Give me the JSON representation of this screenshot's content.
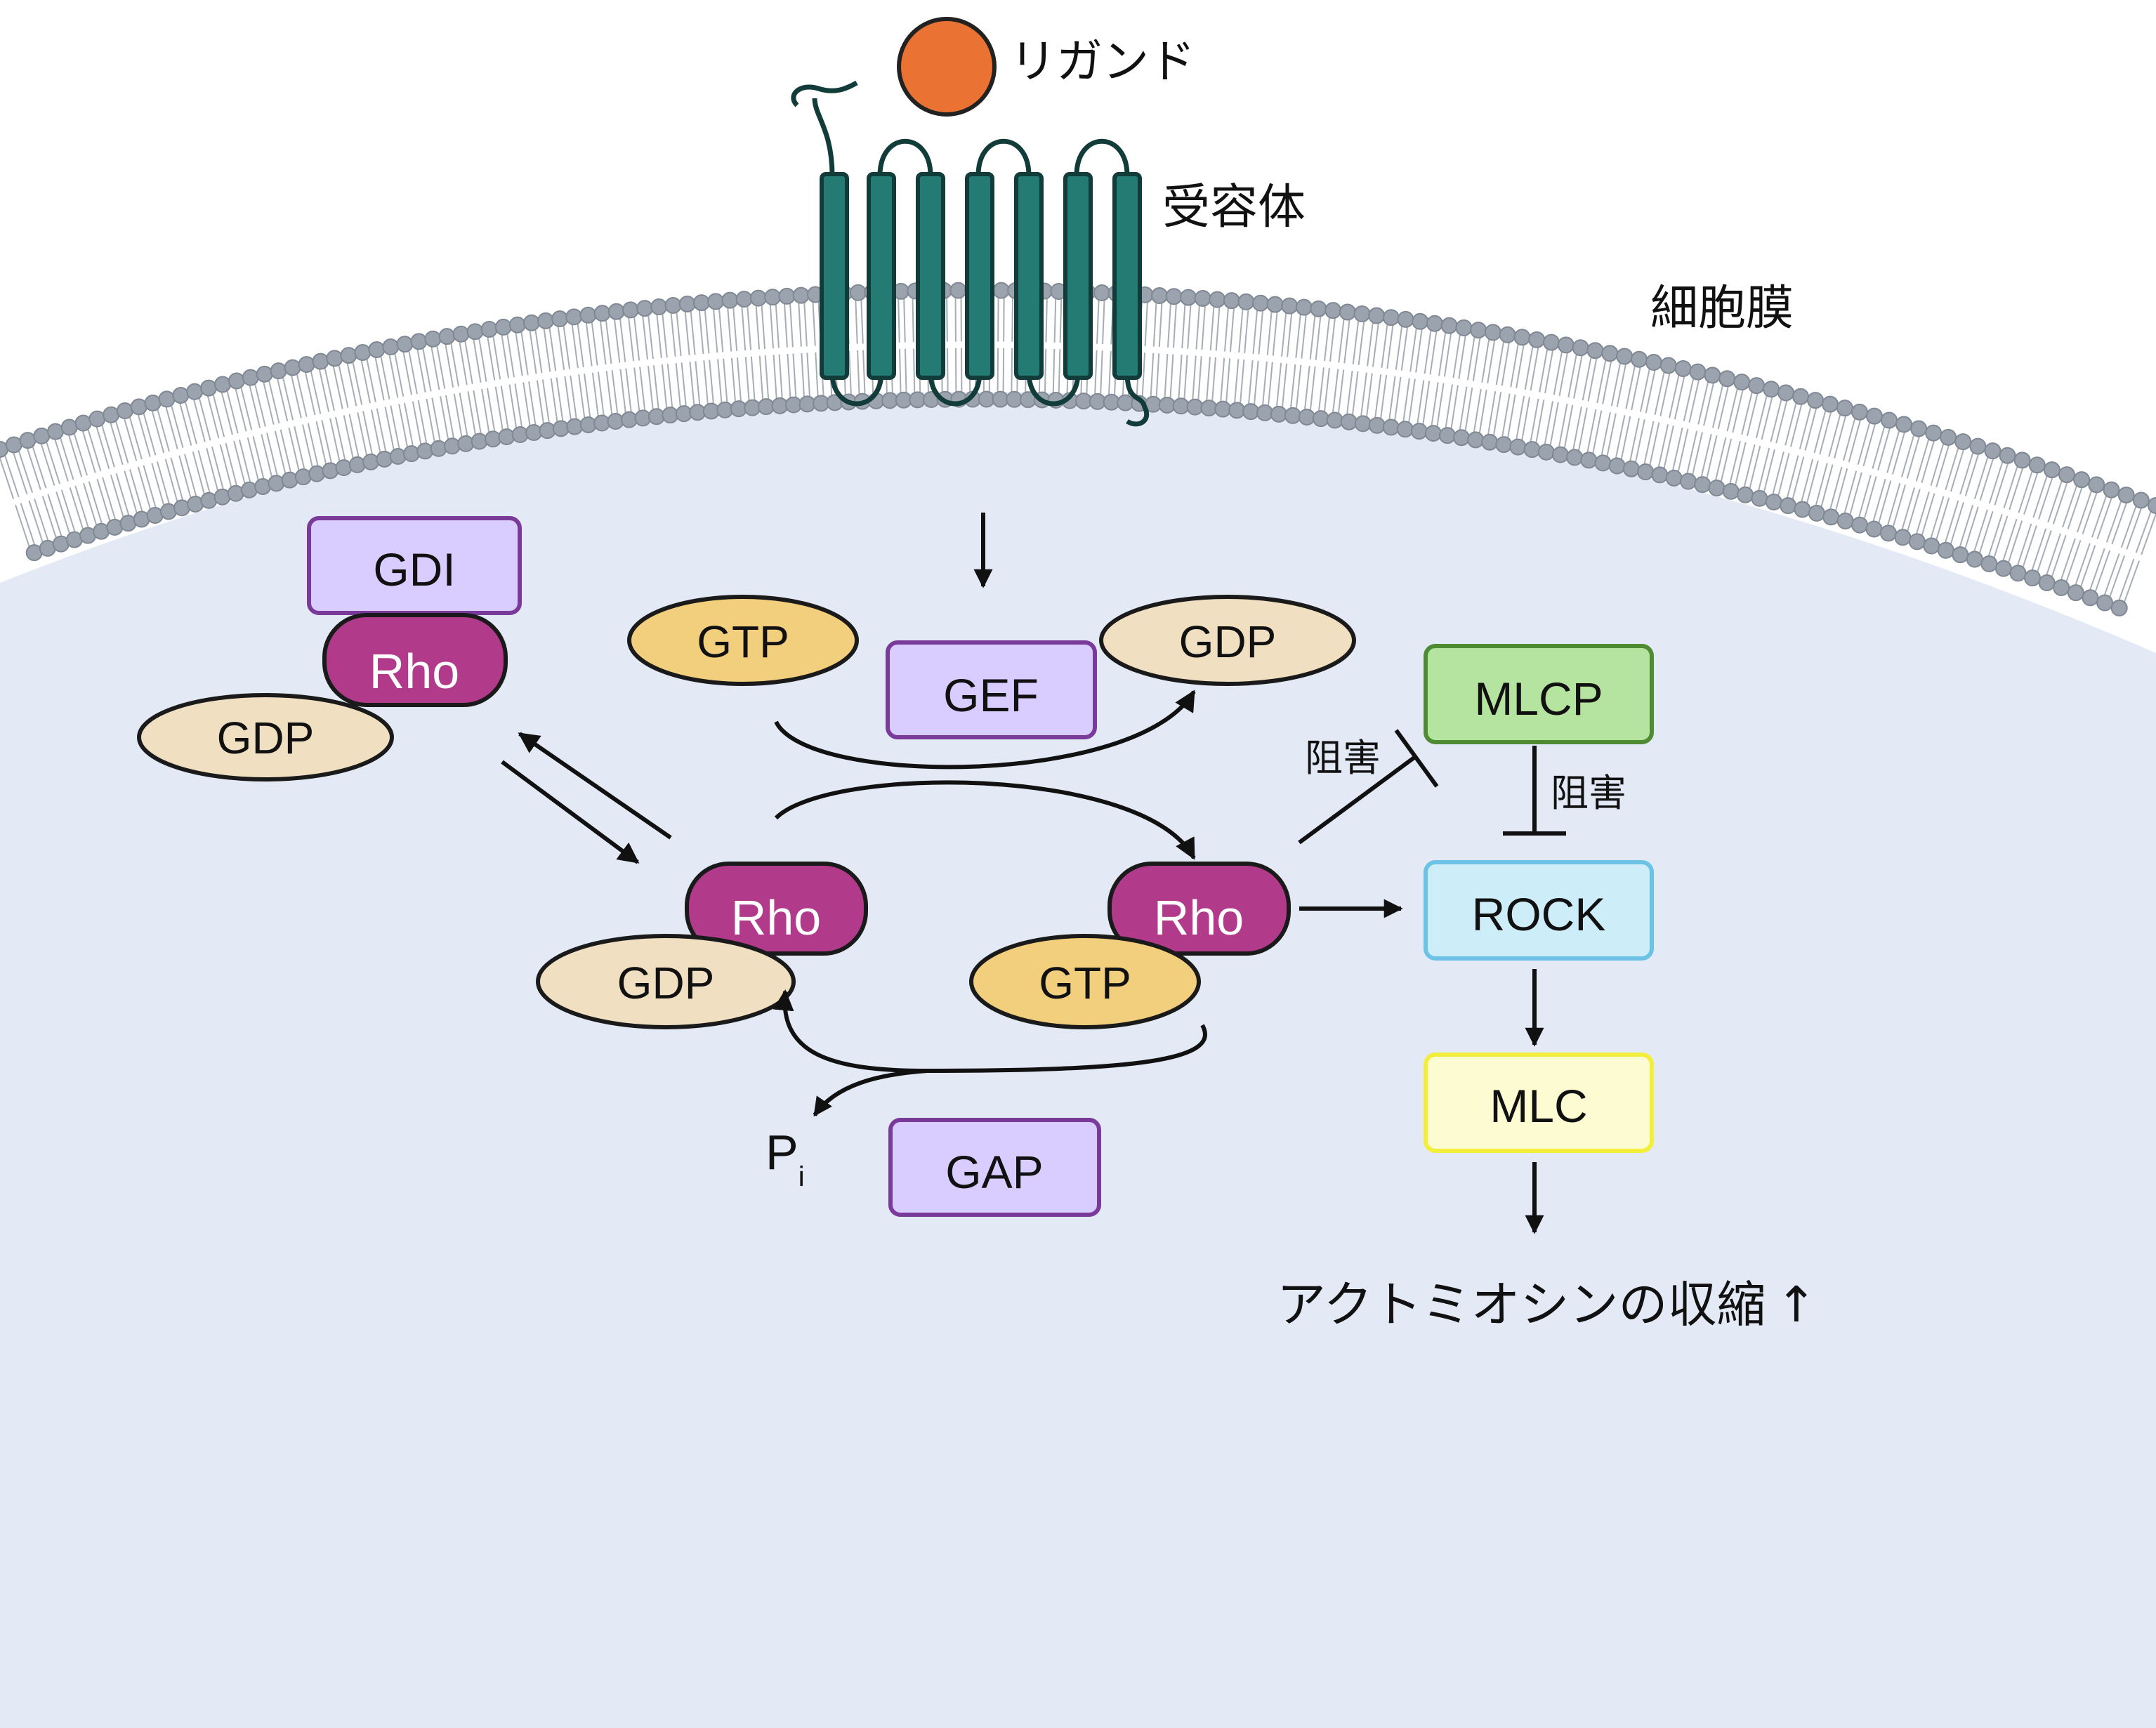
{
  "labels": {
    "ligand": "リガンド",
    "receptor": "受容体",
    "membrane": "細胞膜",
    "inhibit_1": "阻害",
    "inhibit_2": "阻害",
    "outcome": "アクトミオシンの収縮",
    "outcome_arrow": "↑"
  },
  "nodes": {
    "gdi": "GDI",
    "rho_gdi": "Rho",
    "gdp_gdi": "GDP",
    "gtp_free": "GTP",
    "gef": "GEF",
    "gdp_free": "GDP",
    "rho_inactive": "Rho",
    "gdp_inactive": "GDP",
    "rho_active": "Rho",
    "gtp_active": "GTP",
    "pi": "P",
    "pi_sub": "i",
    "gap": "GAP",
    "mlcp": "MLCP",
    "rock": "ROCK",
    "mlc": "MLC"
  },
  "colors": {
    "cytoplasm": "#e3eaf6",
    "membrane_head": "#9aa3ae",
    "receptor": "#247b74",
    "ligand": "#ea7233",
    "regulator_fill": "#d9ccff",
    "regulator_border": "#7a3a9a",
    "rho_fill": "#b23a8b",
    "gdp_fill": "#f0dfc0",
    "gtp_fill": "#f2cf7c",
    "mlcp_fill": "#b5e3a0",
    "mlcp_border": "#4e8b32",
    "rock_fill": "#cdeef9",
    "rock_border": "#6cc3e6",
    "mlc_fill": "#fdfbd2",
    "mlc_border": "#f2ee3a"
  }
}
